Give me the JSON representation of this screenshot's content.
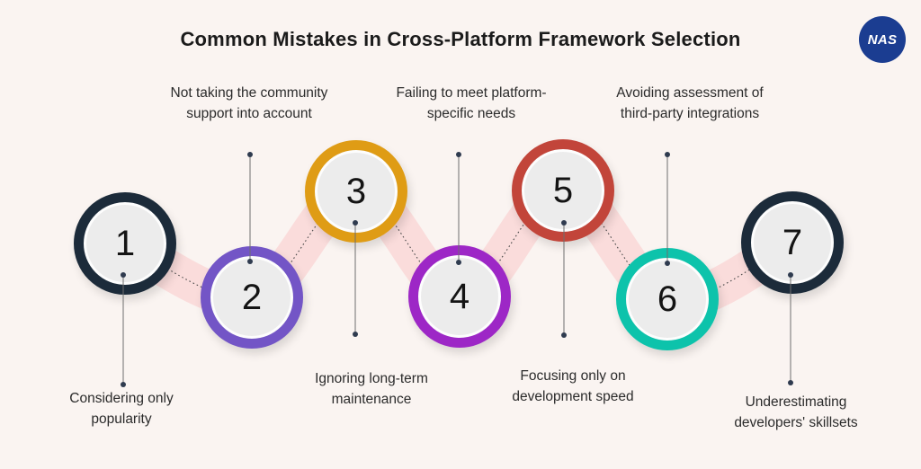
{
  "title": "Common Mistakes in Cross-Platform Framework Selection",
  "logo": {
    "text": "NAS"
  },
  "colors": {
    "background": "#FAF4F1",
    "ribbon": "#FADCDB",
    "circle_fill": "#ECECEC",
    "circle_inner_ring": "#FDFDFD",
    "connector_line": "#6E6E6E",
    "dot": "#2F3B4F",
    "title_text": "#1B1B1B",
    "label_text": "#2B2B2B",
    "number_text": "#141414",
    "logo_bg": "#1B3D91",
    "logo_text_color": "#FFFFFF"
  },
  "steps": [
    {
      "number": "1",
      "ring_color": "#1C2B3A",
      "label_position": "below",
      "label": "Considering only\npopularity"
    },
    {
      "number": "2",
      "ring_color": "#7355C6",
      "label_position": "above",
      "label": "Not taking the community\nsupport into account"
    },
    {
      "number": "3",
      "ring_color": "#DF9C15",
      "label_position": "below",
      "label": "Ignoring long-term\nmaintenance"
    },
    {
      "number": "4",
      "ring_color": "#9D27C6",
      "label_position": "above",
      "label": "Failing to meet platform-\nspecific needs"
    },
    {
      "number": "5",
      "ring_color": "#C2453A",
      "label_position": "below",
      "label": "Focusing only on\ndevelopment speed"
    },
    {
      "number": "6",
      "ring_color": "#0DC3AB",
      "label_position": "above",
      "label": "Avoiding assessment of\nthird-party integrations"
    },
    {
      "number": "7",
      "ring_color": "#1C2B3A",
      "label_position": "below",
      "label": "Underestimating\ndevelopers' skillsets"
    }
  ]
}
